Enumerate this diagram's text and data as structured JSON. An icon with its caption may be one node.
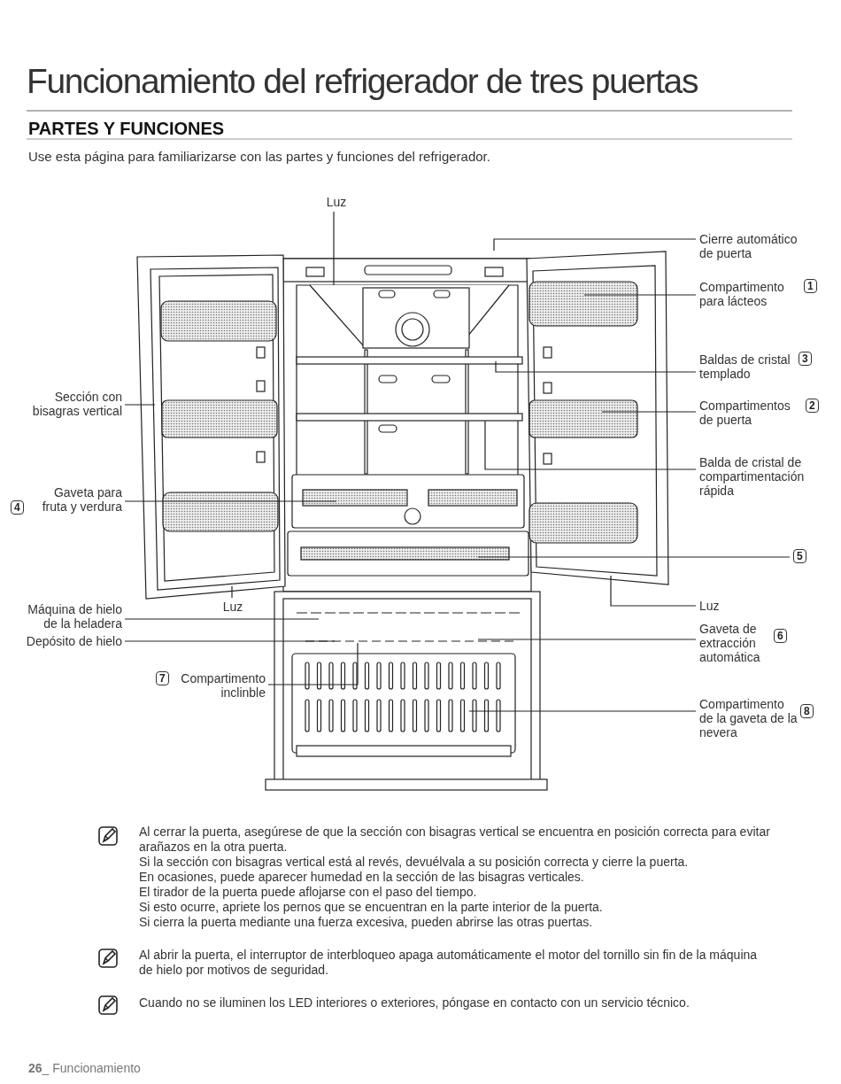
{
  "diagram": {
    "title": "Funcionamiento del refrigerador de tres puertas",
    "nodes": [
      {
        "text": [
          "Luz"
        ]
      },
      {
        "text": [
          "Cierre automático de puerta"
        ]
      },
      {
        "text": [
          "Compartimento para lácteos",
          "1"
        ]
      },
      {
        "text": [
          "Baldas de cristal templado",
          "3"
        ]
      },
      {
        "text": [
          "Sección con bisagras vertical"
        ]
      },
      {
        "text": [
          "Compartimentos de puerta",
          "2"
        ]
      },
      {
        "text": [
          "Balda de cristal de compartimentación rápida"
        ]
      },
      {
        "text": [
          "4",
          "Gaveta para fruta y verdura"
        ]
      },
      {
        "text": [
          "5"
        ]
      },
      {
        "text": [
          "Máquina de hielo de la heladera"
        ]
      },
      {
        "text": [
          "Luz"
        ]
      },
      {
        "text": [
          "Luz"
        ]
      },
      {
        "text": [
          "Gaveta de extracción automática",
          "6"
        ]
      },
      {
        "text": [
          "Depósito de hielo"
        ]
      },
      {
        "text": [
          "7",
          "Compartimento inclinble"
        ]
      },
      {
        "text": [
          "Compartimento de la gaveta de la nevera",
          "8"
        ]
      }
    ],
    "edges": [
      {
        "from": 0,
        "to": null,
        "arrow": "none"
      },
      {
        "from": 1,
        "to": null,
        "arrow": "none"
      },
      {
        "from": 2,
        "to": null,
        "arrow": "none"
      },
      {
        "from": 3,
        "to": null,
        "arrow": "none"
      },
      {
        "from": 4,
        "to": null,
        "arrow": "none"
      },
      {
        "from": 5,
        "to": null,
        "arrow": "none"
      },
      {
        "from": 6,
        "to": null,
        "arrow": "none"
      },
      {
        "from": 7,
        "to": null,
        "arrow": "none"
      },
      {
        "from": 8,
        "to": null,
        "arrow": "none"
      },
      {
        "from": 9,
        "to": null,
        "arrow": "none"
      },
      {
        "from": 10,
        "to": null,
        "arrow": "none"
      },
      {
        "from": 11,
        "to": null,
        "arrow": "none"
      },
      {
        "from": 12,
        "to": null,
        "arrow": "none"
      },
      {
        "from": 13,
        "to": null,
        "arrow": "none"
      },
      {
        "from": 14,
        "to": null,
        "arrow": "none"
      },
      {
        "from": 15,
        "to": null,
        "arrow": "none"
      }
    ],
    "labels": [
      "PARTES Y FUNCIONES",
      "Use esta página para familiarizarse con las partes y funciones del refrigerador.",
      "Al cerrar la puerta, asegúrese de que la sección con bisagras vertical se encuentra en posición correcta para evitar arañazos en la otra puerta.",
      "Si la sección con bisagras vertical está al revés, devuélvala a su posición correcta y cierre la puerta.",
      "En ocasiones, puede aparecer humedad en la sección de las bisagras verticales.",
      "El tirador de la puerta puede aflojarse con el paso del tiempo.",
      "Si esto ocurre, apriete los pernos que se encuentran en la parte interior de la puerta.",
      "Si cierra la puerta mediante una fuerza excesiva, pueden abrirse las otras puertas.",
      "Al abrir la puerta, el interruptor de interbloqueo apaga automáticamente el motor del tornillo sin fin de la máquina de hielo por motivos de seguridad.",
      "Cuando no se iluminen los LED interiores o exteriores, póngase en contacto con un servicio técnico.",
      "**26**_ Funcionamiento"
    ]
  }
}
